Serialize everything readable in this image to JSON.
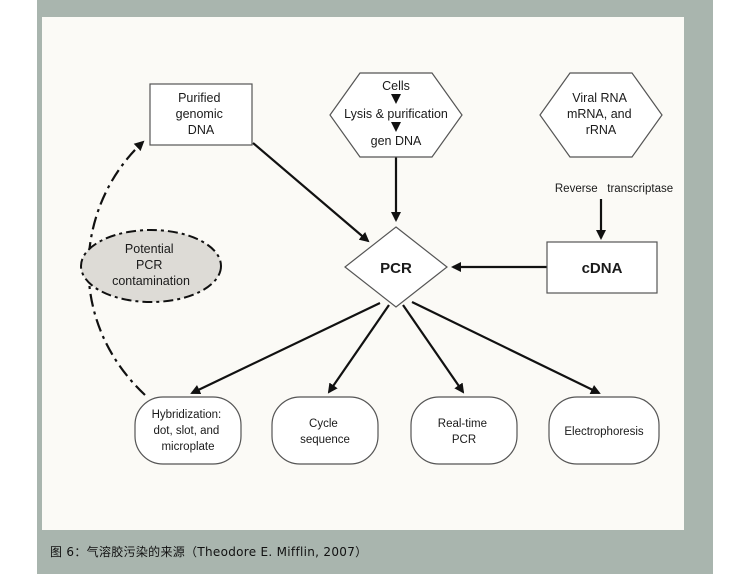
{
  "nodes": {
    "purified_dna": [
      "Purified",
      "genomic",
      "DNA"
    ],
    "cells": [
      "Cells",
      "Lysis & purification",
      "gen DNA"
    ],
    "viral_rna": [
      "Viral RNA",
      "mRNA, and",
      "rRNA"
    ],
    "reverse_transcriptase": "Reverse   transcriptase",
    "cdna": "cDNA",
    "pcr": "PCR",
    "contamination": [
      "Potential",
      "PCR",
      "contamination"
    ],
    "hybridization": [
      "Hybridization:",
      "dot, slot, and",
      "microplate"
    ],
    "cycle_sequence": [
      "Cycle",
      "sequence"
    ],
    "realtime_pcr": [
      "Real-time",
      "PCR"
    ],
    "electrophoresis": "Electrophoresis"
  },
  "caption": "图 6：气溶胶污染的来源（Theodore E. Mifflin, 2007）"
}
